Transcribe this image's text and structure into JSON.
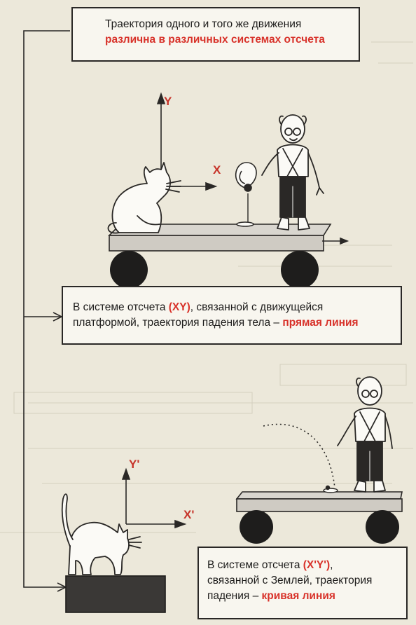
{
  "top_caption": {
    "line1": "Траектория одного и того же движения",
    "line2_highlight": "различна в различных системах отсчета"
  },
  "mid_caption": {
    "line1_a": "В системе отсчета ",
    "line1_hl": "(XY)",
    "line1_b": ", связанной с движущейся",
    "line2_a": "платформой, траектория падения тела – ",
    "line2_hl": "прямая линия"
  },
  "bottom_caption": {
    "line1_a": "В системе отсчета ",
    "line1_hl": "(X'Y')",
    "line1_b": ",",
    "line2": "связанной с Землей, траектория",
    "line3_a": "падения – ",
    "line3_hl": "кривая линия"
  },
  "axes": {
    "upper_y": "Y",
    "upper_x": "X",
    "lower_y": "Y'",
    "lower_x": "X'"
  },
  "colors": {
    "accent_red": "#d8322a",
    "ink": "#2a2826",
    "paper": "#ece8da"
  }
}
